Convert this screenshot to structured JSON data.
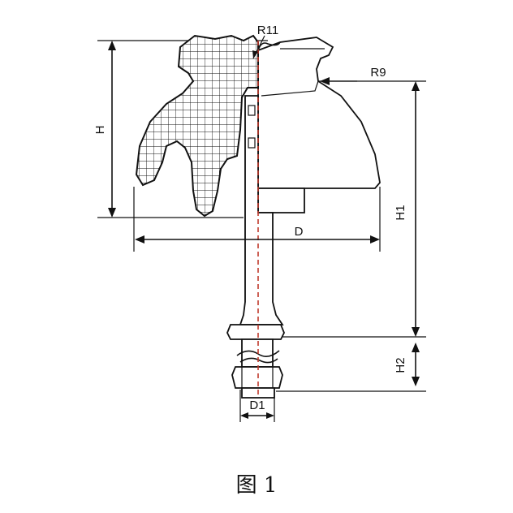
{
  "labels": {
    "r11": "R11",
    "r9": "R9",
    "h": "H",
    "h1": "H1",
    "h2": "H2",
    "d": "D",
    "d1": "D1"
  },
  "caption": "图 1",
  "colors": {
    "ink": "#111111",
    "centerline": "#c0392b",
    "background": "#ffffff"
  }
}
